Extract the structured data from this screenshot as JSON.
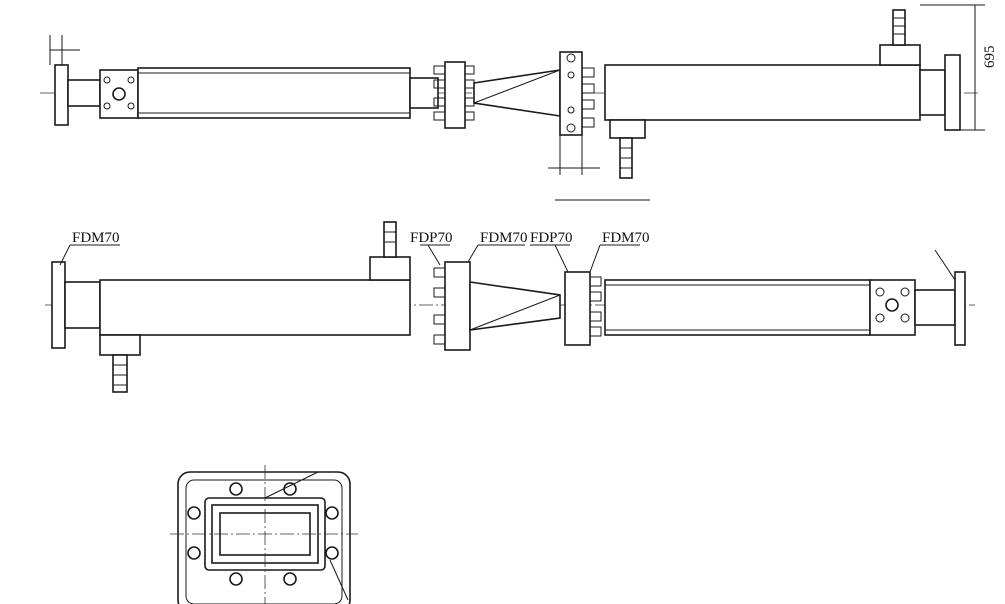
{
  "drawing": {
    "dimension_label": "695",
    "flange_labels": [
      "FDM70",
      "FDP70",
      "FDM70",
      "FDP70",
      "FDM70"
    ]
  }
}
